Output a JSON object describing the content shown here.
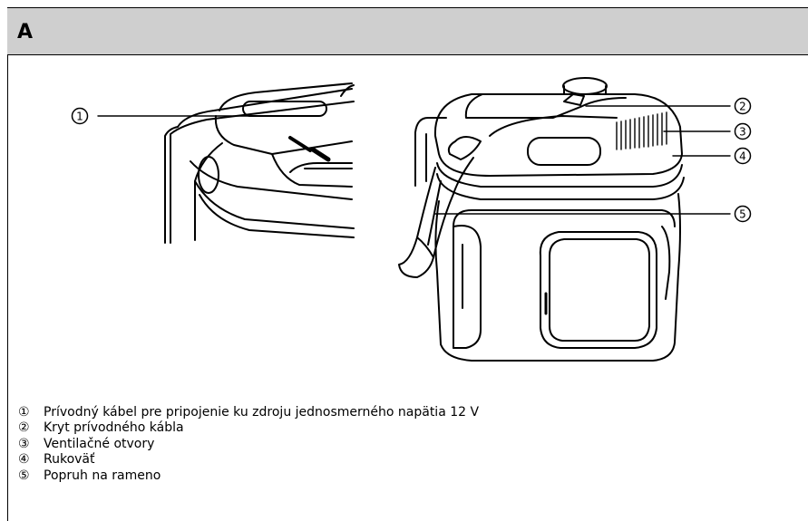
{
  "section": {
    "label": "A"
  },
  "callouts": [
    "①",
    "②",
    "③",
    "④",
    "⑤"
  ],
  "legend": [
    {
      "num": "①",
      "text": "Prívodný kábel pre pripojenie ku zdroju jednosmerného napätia 12 V"
    },
    {
      "num": "②",
      "text": "Kryt prívodného kábla"
    },
    {
      "num": "③",
      "text": "Ventilačné otvory"
    },
    {
      "num": "④",
      "text": "Rukoväť"
    },
    {
      "num": "⑤",
      "text": "Popruh na rameno"
    }
  ]
}
